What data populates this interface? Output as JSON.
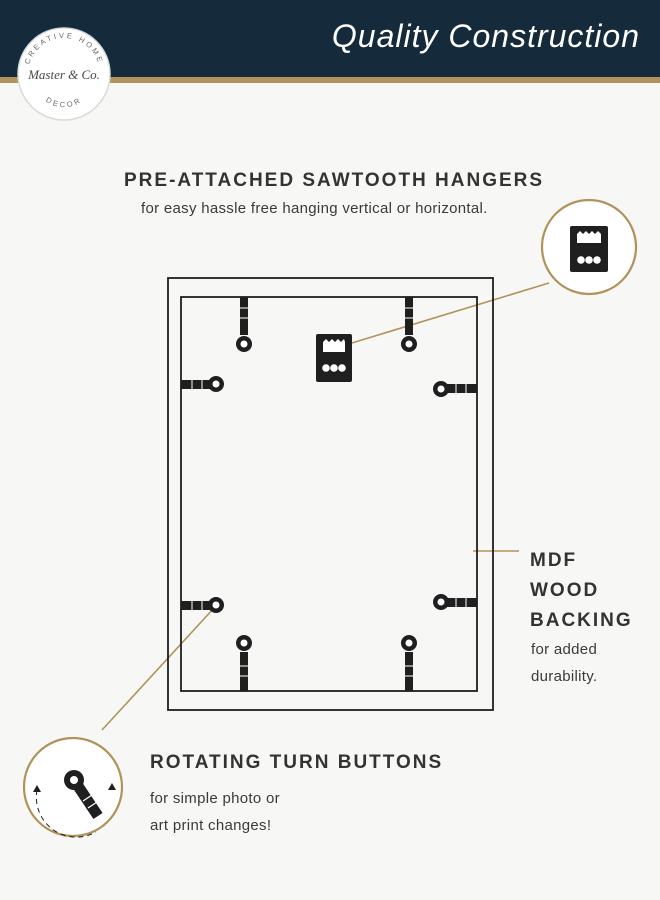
{
  "header": {
    "title": "Quality Construction",
    "background_color": "#152a3a",
    "accent_color": "#b0935a"
  },
  "logo": {
    "ring_text_top": "CREATIVE HOME",
    "ring_text_bottom": "DECOR",
    "script_text": "Master & Co."
  },
  "hangers": {
    "title": "PRE-ATTACHED SAWTOOTH HANGERS",
    "subtitle": "for easy hassle free hanging vertical or horizontal.",
    "icon": "sawtooth-hanger-icon"
  },
  "backing": {
    "title_lines": [
      "MDF",
      "WOOD",
      "BACKING"
    ],
    "subtitle_lines": [
      "for added",
      "durability."
    ]
  },
  "turn_buttons": {
    "title": "ROTATING TURN BUTTONS",
    "subtitle_lines": [
      "for simple photo or",
      "art print changes!"
    ],
    "icon": "turn-button-icon"
  },
  "frame": {
    "line_color": "#1f1f1f"
  }
}
